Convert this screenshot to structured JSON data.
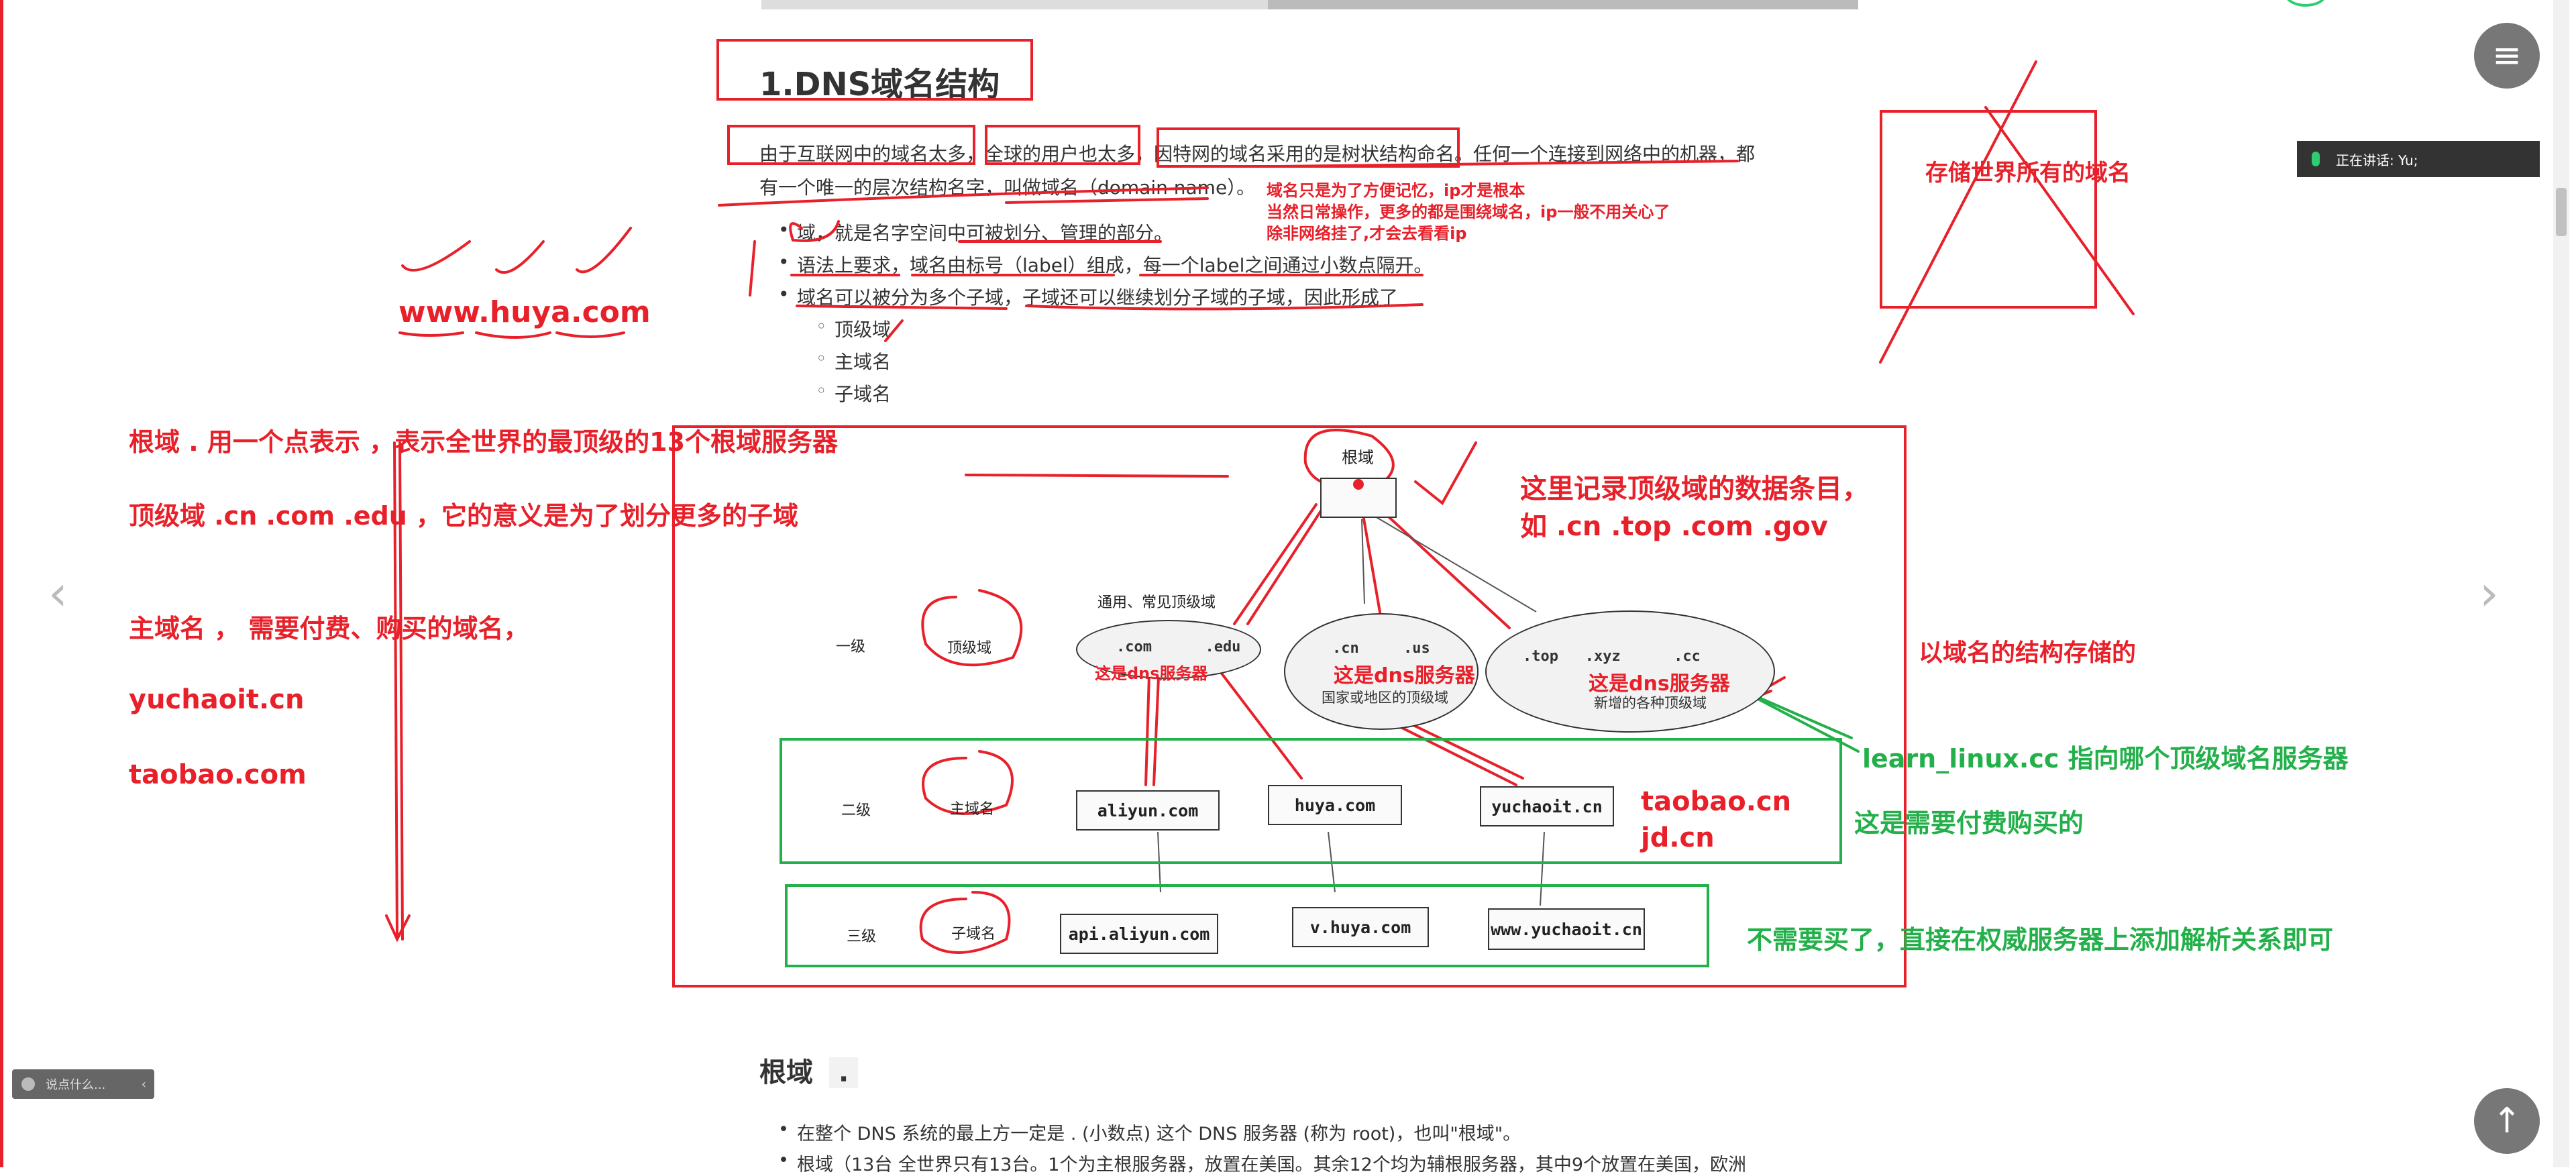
{
  "article": {
    "heading": "1.DNS域名结构",
    "intro_line1": "由于互联网中的域名太多，全球的用户也太多，因特网的域名采用的是树状结构命名。任何一个连接到网络中的机器，都",
    "intro_line2": "有一个唯一的层次结构名字，叫做域名（domain name）。",
    "bullets": [
      "域，就是名字空间中可被划分、管理的部分。",
      "语法上要求，域名由标号（label）组成，每一个label之间通过小数点隔开。",
      "域名可以被分为多个子域，子域还可以继续划分子域的子域，因此形成了"
    ],
    "sub_bullets": [
      "顶级域",
      "主域名",
      "子域名"
    ],
    "section2_heading": "根域",
    "section2_dot": ".",
    "section2_bullets": [
      "在整个 DNS 系统的最上方一定是 . (小数点) 这个 DNS 服务器 (称为 root)，也叫\"根域\"。",
      "根域（13台 全世界只有13台。1个为主根服务器，放置在美国。其余12个均为辅根服务器，其中9个放置在美国，欧洲"
    ]
  },
  "diagram": {
    "root_label": "根域",
    "common_tld_label": "通用、常见顶级域",
    "levels": [
      "一级",
      "二级",
      "三级"
    ],
    "level_names": [
      "顶级域",
      "主域名",
      "子域名"
    ],
    "tld_groups": [
      {
        "names": ".com      .edu"
      },
      {
        "names": ".cn     .us",
        "caption": "国家或地区的顶级域"
      },
      {
        "names": ".top   .xyz      .cc",
        "caption": "新增的各种顶级域"
      }
    ],
    "second_level": [
      "aliyun.com",
      "huya.com",
      "yuchaoit.cn"
    ],
    "third_level": [
      "api.aliyun.com",
      "v.huya.com",
      "www.yuchaoit.cn"
    ]
  },
  "annotations": {
    "ann_ip_1": "域名只是为了方便记忆，ip才是根本",
    "ann_ip_2": "当然日常操作，更多的都是围绕域名，ip一般不用关心了",
    "ann_ip_3": "除非网络挂了,才会去看看ip",
    "store_all": "存储世界所有的域名",
    "www_huya": "www.huya.com",
    "root_note": "根域  .  用一个点表示  ，表示全世界的最顶级的13个根域服务器",
    "tld_note": "顶级域     .cn  .com   .edu  ，它的意义是为了划分更多的子域",
    "main_note": "主域名  ，  需要付费、购买的域名，",
    "ex1": "yuchaoit.cn",
    "ex2": "taobao.com",
    "record_note_1": "这里记录顶级域的数据条目，",
    "record_note_2": "如 .cn  .top .com  .gov",
    "struct_note": "以域名的结构存储的",
    "dns_server": "这是dns服务器",
    "learn_linux": "learn_linux.cc  指向哪个顶级域名服务器",
    "need_pay": "这是需要付费购买的",
    "taobao_cn": "taobao.cn",
    "jd_cn": "jd.cn",
    "no_buy": "不需要买了，直接在权威服务器上添加解析关系即可"
  },
  "ui": {
    "speaking": "正在讲话: Yu;",
    "chat_placeholder": "说点什么...",
    "chat_collapse": "‹",
    "menu_icon": "≡",
    "up_icon": "↑",
    "prev_icon": "‹",
    "next_icon": "›"
  }
}
